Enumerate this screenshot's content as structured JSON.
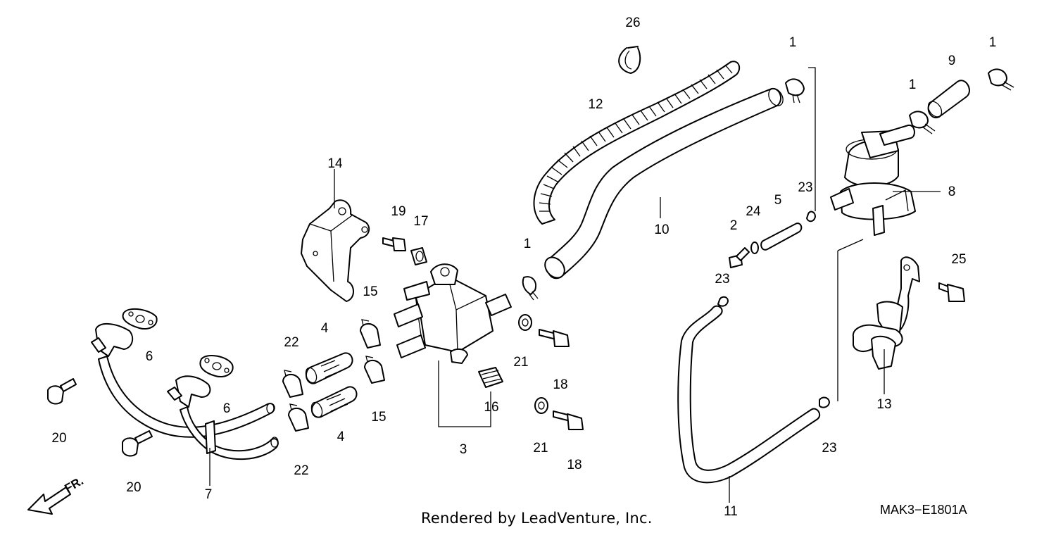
{
  "diagram": {
    "callouts": [
      {
        "id": "c26",
        "text": "26"
      },
      {
        "id": "c12",
        "text": "12"
      },
      {
        "id": "c14",
        "text": "14"
      },
      {
        "id": "c19",
        "text": "19"
      },
      {
        "id": "c17",
        "text": "17"
      },
      {
        "id": "c1a",
        "text": "1"
      },
      {
        "id": "c10",
        "text": "10"
      },
      {
        "id": "c1b",
        "text": "1"
      },
      {
        "id": "c2",
        "text": "2"
      },
      {
        "id": "c24",
        "text": "24"
      },
      {
        "id": "c5",
        "text": "5"
      },
      {
        "id": "c23a",
        "text": "23"
      },
      {
        "id": "c8",
        "text": "8"
      },
      {
        "id": "c1c",
        "text": "1"
      },
      {
        "id": "c9",
        "text": "9"
      },
      {
        "id": "c1d",
        "text": "1"
      },
      {
        "id": "c25",
        "text": "25"
      },
      {
        "id": "c15a",
        "text": "15"
      },
      {
        "id": "c15b",
        "text": "15"
      },
      {
        "id": "c4a",
        "text": "4"
      },
      {
        "id": "c4b",
        "text": "4"
      },
      {
        "id": "c22a",
        "text": "22"
      },
      {
        "id": "c22b",
        "text": "22"
      },
      {
        "id": "c6a",
        "text": "6"
      },
      {
        "id": "c6b",
        "text": "6"
      },
      {
        "id": "c20a",
        "text": "20"
      },
      {
        "id": "c20b",
        "text": "20"
      },
      {
        "id": "c7",
        "text": "7"
      },
      {
        "id": "c3",
        "text": "3"
      },
      {
        "id": "c16",
        "text": "16"
      },
      {
        "id": "c21a",
        "text": "21"
      },
      {
        "id": "c21b",
        "text": "21"
      },
      {
        "id": "c18a",
        "text": "18"
      },
      {
        "id": "c18b",
        "text": "18"
      },
      {
        "id": "c23b",
        "text": "23"
      },
      {
        "id": "c23c",
        "text": "23"
      },
      {
        "id": "c13",
        "text": "13"
      },
      {
        "id": "c11",
        "text": "11"
      }
    ],
    "front_marker": "FR.",
    "credit": "Rendered by LeadVenture, Inc.",
    "diagram_code": "MAK3−E1801A"
  }
}
